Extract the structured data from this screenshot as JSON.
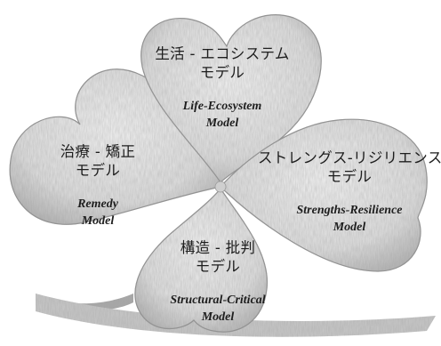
{
  "leaves": {
    "top": {
      "jp_line1": "生活 - エコシステム",
      "jp_line2": "モデル",
      "en_line1": "Life-Ecosystem",
      "en_line2": "Model"
    },
    "left": {
      "jp_line1": "治療 - 矯正",
      "jp_line2": "モデル",
      "en_line1": "Remedy",
      "en_line2": "Model"
    },
    "right": {
      "jp_line1": "ストレングス-リジリエンス",
      "jp_line2": "モデル",
      "en_line1": "Strengths-Resilience",
      "en_line2": "Model"
    },
    "bottom": {
      "jp_line1": "構造 - 批判",
      "jp_line2": "モデル",
      "en_line1": "Structural-Critical",
      "en_line2": "Model"
    }
  },
  "colors": {
    "leaf_fill": "#e2e2e2",
    "leaf_shadow": "#9a9a9a",
    "text": "#1e1e1e"
  }
}
